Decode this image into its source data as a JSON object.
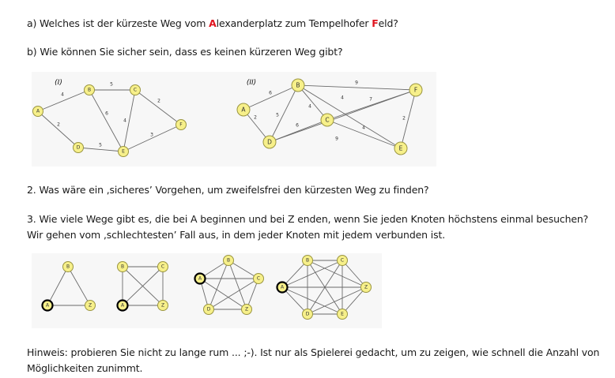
{
  "q_a": {
    "prefix": "a) Welches ist der kürzeste Weg vom ",
    "a_letter": "A",
    "mid": "lexanderplatz zum Tempelhofer ",
    "f_letter": "F",
    "suffix": "eld?"
  },
  "q_b": "b) Wie können Sie sicher sein, dass es keinen kürzeren Weg gibt?",
  "q2": "2. Was wäre ein ‚sicheres’ Vorgehen, um zweifelsfrei den kürzesten Weg zu finden?",
  "q3_line1": "3. Wie viele Wege gibt es, die bei A beginnen und bei Z enden, wenn Sie jeden Knoten höchstens einmal besuchen?",
  "q3_line2": "Wir gehen vom ‚schlechtesten’ Fall aus, in dem jeder Knoten mit jedem verbunden ist.",
  "hint_line1": "Hinweis: probieren Sie nicht zu lange rum ... ;-). Ist nur als Spielerei gedacht, um zu zeigen, wie schnell die Anzahl von",
  "hint_line2": "Möglichkeiten zunimmt.",
  "graph1": {
    "label": "(I)",
    "nodes": [
      "A",
      "B",
      "C",
      "D",
      "E",
      "F"
    ],
    "edges": [
      {
        "from": "A",
        "to": "B",
        "weight": "4"
      },
      {
        "from": "B",
        "to": "C",
        "weight": "5"
      },
      {
        "from": "A",
        "to": "D",
        "weight": "2"
      },
      {
        "from": "B",
        "to": "E",
        "weight": "6"
      },
      {
        "from": "C",
        "to": "E",
        "weight": "4"
      },
      {
        "from": "D",
        "to": "E",
        "weight": "5"
      },
      {
        "from": "C",
        "to": "F",
        "weight": "2"
      },
      {
        "from": "E",
        "to": "F",
        "weight": "3"
      }
    ]
  },
  "graph2": {
    "label": "(II)",
    "nodes": [
      "A",
      "B",
      "C",
      "D",
      "E",
      "F"
    ],
    "edges": [
      {
        "from": "A",
        "to": "B",
        "weight": "6"
      },
      {
        "from": "A",
        "to": "D",
        "weight": "2"
      },
      {
        "from": "B",
        "to": "D",
        "weight": "5"
      },
      {
        "from": "B",
        "to": "C",
        "weight": "4"
      },
      {
        "from": "B",
        "to": "F",
        "weight": "9"
      },
      {
        "from": "B",
        "to": "E",
        "weight": "4"
      },
      {
        "from": "D",
        "to": "C",
        "weight": "6"
      },
      {
        "from": "D",
        "to": "F",
        "weight": "9"
      },
      {
        "from": "C",
        "to": "F",
        "weight": "7"
      },
      {
        "from": "C",
        "to": "E",
        "weight": "4"
      },
      {
        "from": "F",
        "to": "E",
        "weight": "2"
      }
    ]
  },
  "complete_graphs": [
    {
      "nodes": [
        "B",
        "A",
        "Z"
      ]
    },
    {
      "nodes": [
        "B",
        "C",
        "A",
        "Z"
      ]
    },
    {
      "nodes": [
        "B",
        "C",
        "A",
        "D",
        "Z"
      ]
    },
    {
      "nodes": [
        "B",
        "C",
        "A",
        "Z",
        "D",
        "E"
      ]
    }
  ],
  "colors": {
    "node_fill": "#f7f08a",
    "highlight_red": "#e0141e",
    "panel_bg": "#f7f7f7"
  }
}
